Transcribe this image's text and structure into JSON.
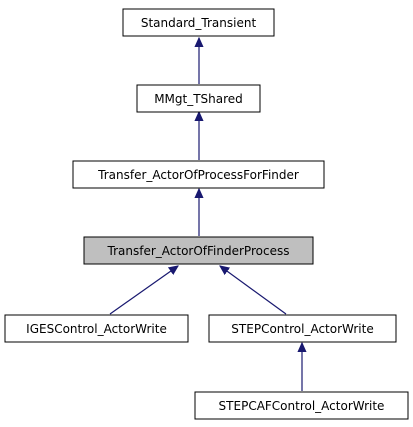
{
  "diagram": {
    "nodes": [
      {
        "id": "standard-transient",
        "label": "Standard_Transient",
        "highlighted": false
      },
      {
        "id": "mmgt-tshared",
        "label": "MMgt_TShared",
        "highlighted": false
      },
      {
        "id": "transfer-actorofprocessforfinder",
        "label": "Transfer_ActorOfProcessForFinder",
        "highlighted": false
      },
      {
        "id": "transfer-actoroffinderprocess",
        "label": "Transfer_ActorOfFinderProcess",
        "highlighted": true
      },
      {
        "id": "igescontrol-actorwrite",
        "label": "IGESControl_ActorWrite",
        "highlighted": false
      },
      {
        "id": "stepcontrol-actorwrite",
        "label": "STEPControl_ActorWrite",
        "highlighted": false
      },
      {
        "id": "stepcafcontrol-actorwrite",
        "label": "STEPCAFControl_ActorWrite",
        "highlighted": false
      }
    ],
    "edges": [
      {
        "from": "mmgt-tshared",
        "to": "standard-transient"
      },
      {
        "from": "transfer-actorofprocessforfinder",
        "to": "mmgt-tshared"
      },
      {
        "from": "transfer-actoroffinderprocess",
        "to": "transfer-actorofprocessforfinder"
      },
      {
        "from": "igescontrol-actorwrite",
        "to": "transfer-actoroffinderprocess"
      },
      {
        "from": "stepcontrol-actorwrite",
        "to": "transfer-actoroffinderprocess"
      },
      {
        "from": "stepcafcontrol-actorwrite",
        "to": "stepcontrol-actorwrite"
      }
    ],
    "colors": {
      "node_fill": "#ffffff",
      "node_highlight_fill": "#bfbfbf",
      "node_border": "#000000",
      "edge": "#191970"
    }
  }
}
